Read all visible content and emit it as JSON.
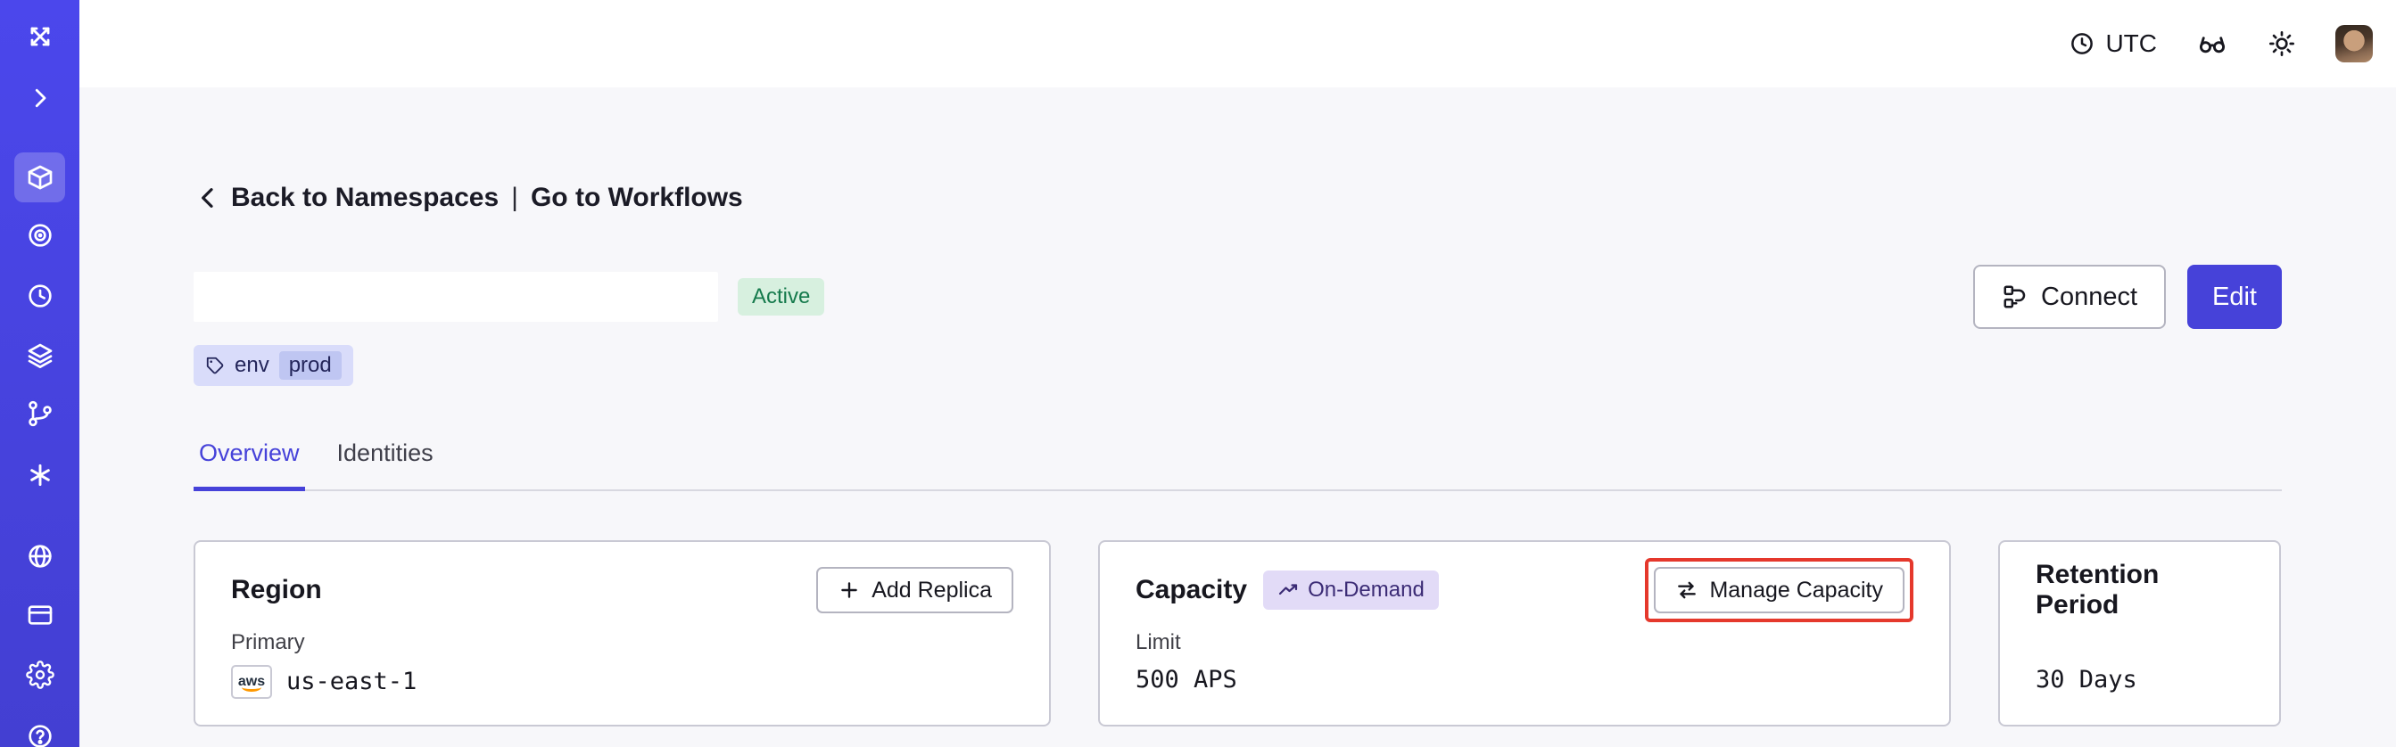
{
  "colors": {
    "accent": "#4642D9",
    "sidebar": "#4643DC",
    "status_bg": "#D7F0DF",
    "status_text": "#157A4C",
    "tag_bg": "#D9DCFA",
    "ondemand_bg": "#E2DBF7",
    "ondemand_text": "#3B2B75",
    "annotation_red": "#E5382C"
  },
  "topbar": {
    "timezone": "UTC"
  },
  "nav": {
    "back": "Back to Namespaces",
    "separator": "|",
    "workflows": "Go to Workflows"
  },
  "namespace": {
    "status": "Active",
    "tag_key": "env",
    "tag_value": "prod"
  },
  "actions": {
    "connect": "Connect",
    "edit": "Edit"
  },
  "tabs": [
    {
      "label": "Overview",
      "active": true
    },
    {
      "label": "Identities",
      "active": false
    }
  ],
  "cards": {
    "region": {
      "title": "Region",
      "button": "Add Replica",
      "label": "Primary",
      "provider": "aws",
      "value": "us-east-1"
    },
    "capacity": {
      "title": "Capacity",
      "badge": "On-Demand",
      "button": "Manage Capacity",
      "label": "Limit",
      "value": "500 APS"
    },
    "retention": {
      "title": "Retention Period",
      "value": "30 Days"
    }
  },
  "icons": {
    "sidebar": [
      "logo-icon",
      "chevron-right-icon",
      "package-icon",
      "target-icon",
      "schedule-icon",
      "layers-icon",
      "git-branch-icon",
      "asterisk-icon",
      "globe-icon",
      "panel-icon",
      "settings-icon",
      "help-icon"
    ],
    "topbar": [
      "clock-icon",
      "glasses-icon",
      "sun-icon",
      "avatar"
    ],
    "content": [
      "chevron-left-icon",
      "tag-icon",
      "connect-icon",
      "plus-icon",
      "trending-up-icon",
      "transfer-icon"
    ]
  }
}
